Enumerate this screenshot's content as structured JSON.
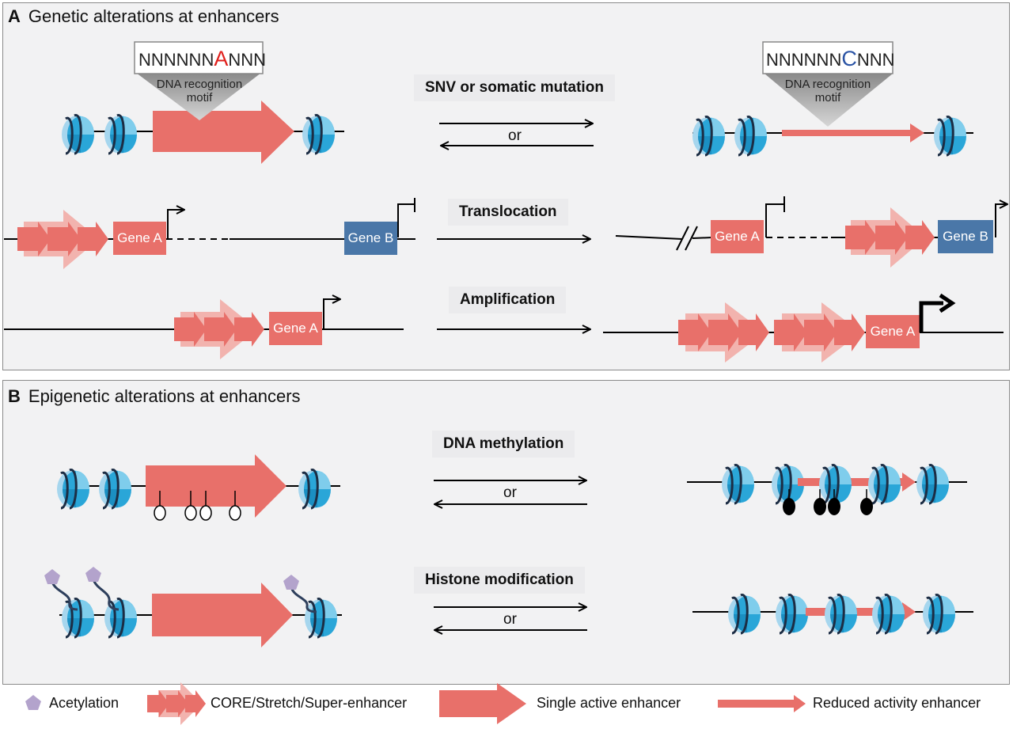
{
  "panel_a": {
    "letter": "A",
    "title": "Genetic alterations at enhancers",
    "motif_left": {
      "prefix": "NNNNNN",
      "base": "A",
      "suffix": "NNN",
      "caption_1": "DNA recognition",
      "caption_2": "motif"
    },
    "motif_right": {
      "prefix": "NNNNNN",
      "base": "C",
      "suffix": "NNN",
      "caption_1": "DNA recognition",
      "caption_2": "motif"
    },
    "rows": [
      {
        "heading": "SNV or somatic mutation",
        "or": "or"
      },
      {
        "heading": "Translocation"
      },
      {
        "heading": "Amplification"
      }
    ],
    "genes": {
      "gene_a": "Gene A",
      "gene_b": "Gene B"
    }
  },
  "panel_b": {
    "letter": "B",
    "title": "Epigenetic alterations at enhancers",
    "rows": [
      {
        "heading": "DNA methylation",
        "or": "or"
      },
      {
        "heading": "Histone modification",
        "or": "or"
      }
    ]
  },
  "legend": {
    "acetylation": "Acetylation",
    "super_enhancer": "CORE/Stretch/Super-enhancer",
    "single_enhancer": "Single active enhancer",
    "reduced_enhancer": "Reduced activity enhancer"
  },
  "colors": {
    "enhancer": "#e8706a",
    "enhancer_light": "#f2b3ae",
    "gene_a": "#e8706a",
    "gene_b": "#4a77a8",
    "nucleosome": "#2aa6d8",
    "acetyl": "#b3a3cc",
    "mutated_a": "#e0201c",
    "mutated_c": "#2b54a5"
  }
}
